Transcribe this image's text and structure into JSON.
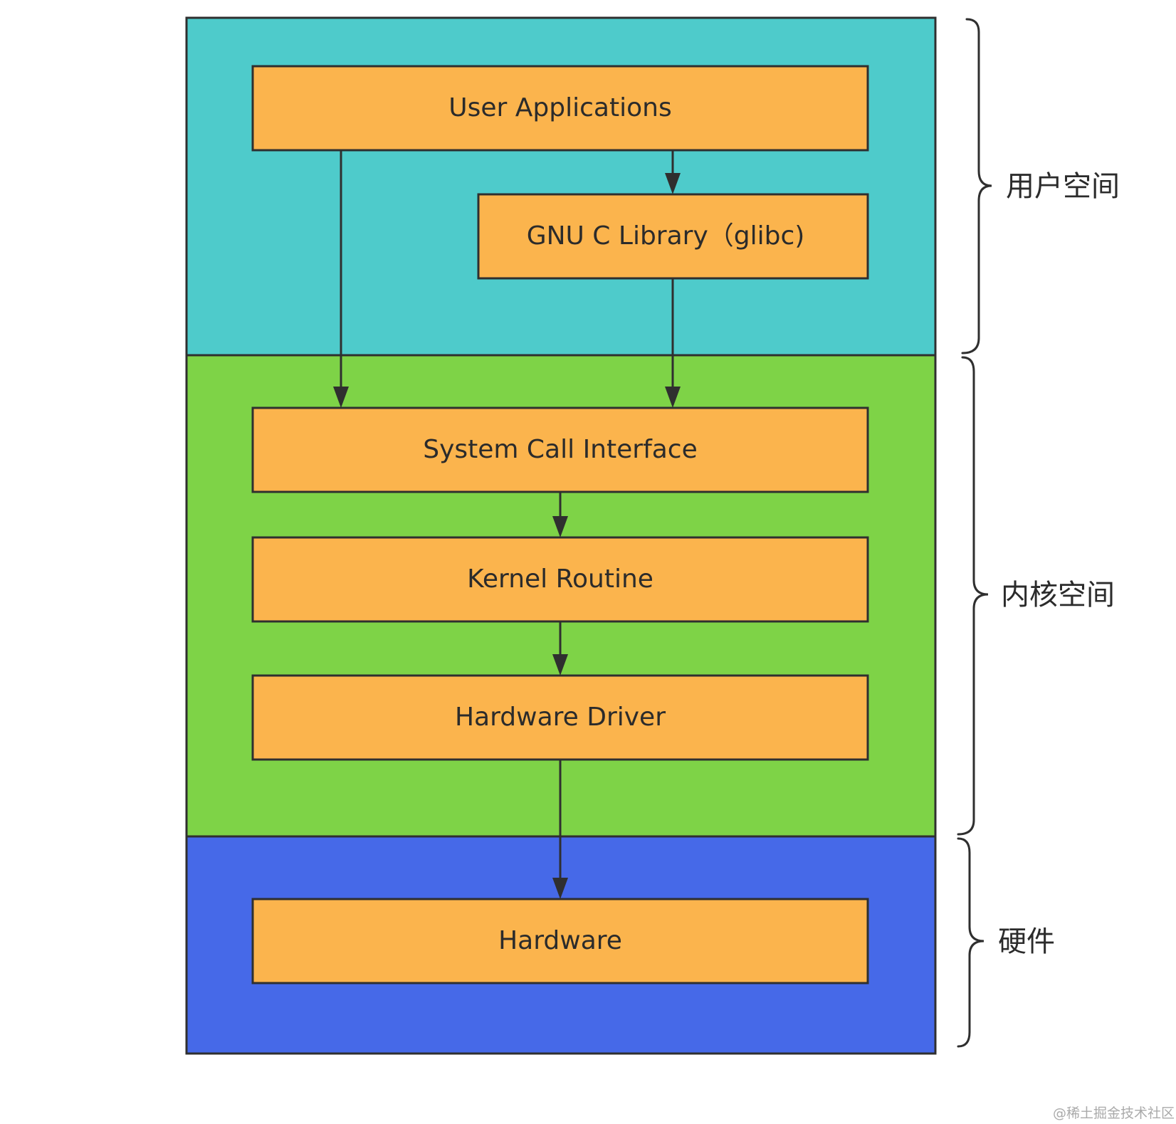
{
  "colors": {
    "user_space": "#4ECBCB",
    "kernel_space": "#7ED347",
    "hardware": "#4669E8",
    "box_fill": "#FBB44D",
    "stroke": "#2F2F2F",
    "text": "#2B2B2B"
  },
  "boxes": {
    "user_apps": "User Applications",
    "glibc": "GNU C Library（glibc)",
    "sci": "System Call Interface",
    "kernel_routine": "Kernel Routine",
    "hw_driver": "Hardware Driver",
    "hardware": "Hardware"
  },
  "braces": {
    "user_space": "用户空间",
    "kernel_space": "内核空间",
    "hardware": "硬件"
  },
  "watermark": "@稀土掘金技术社区"
}
